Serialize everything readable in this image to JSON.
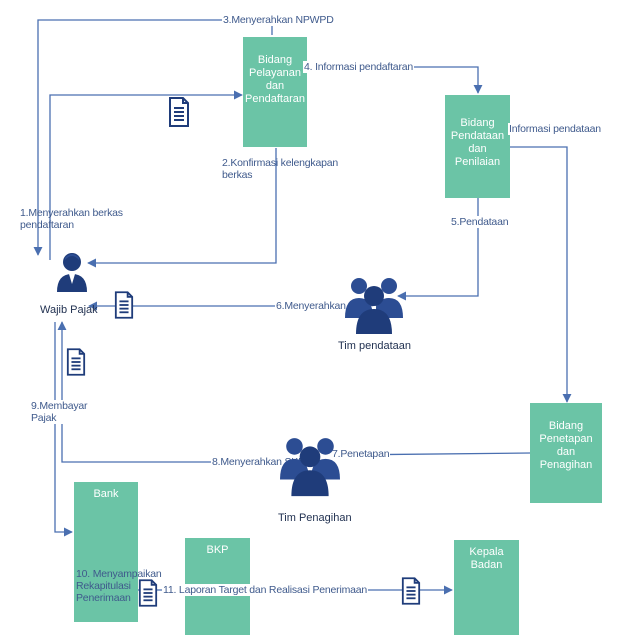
{
  "nodes": {
    "bidang_pelayanan": "Bidang\nPelayanan\ndan\nPendaftaran",
    "bidang_pendataan": "Bidang\nPendataan\ndan\nPenilaian",
    "bidang_penetapan": "Bidang\nPenetapan\ndan\nPenagihan",
    "bank": "Bank",
    "bkp": "BKP",
    "kepala_badan": "Kepala\nBadan"
  },
  "actors": {
    "wajib_pajak": "Wajib Pajak",
    "tim_pendataan": "Tim pendataan",
    "tim_penagihan": "Tim Penagihan"
  },
  "labels": {
    "step1": "1.Menyerahkan berkas\npendaftaran",
    "step2": "2.Konfirmasi kelengkapan\nberkas",
    "step3": "3.Menyerahkan NPWPD",
    "step4": "4. Informasi pendaftaran",
    "info_pendataan": "Informasi pendataan",
    "step5": "5.Pendataan",
    "step6": "6.Menyerahkan SPTPD",
    "step7": "7.Penetapan",
    "step8": "8.Menyerahkan SKPD",
    "step9": "9.Membayar\nPajak",
    "step10": "10. Menyampaikan\nRekapitulasi\nPenerimaan",
    "step11": "11. Laporan  Target dan Realisasi Penerimaan"
  },
  "colors": {
    "node_fill": "#6bc4a6",
    "line": "#4a6fb0",
    "icon": "#1f3c7a"
  },
  "icons": {
    "person": "person-icon",
    "group": "people-group-icon",
    "document": "document-icon"
  }
}
